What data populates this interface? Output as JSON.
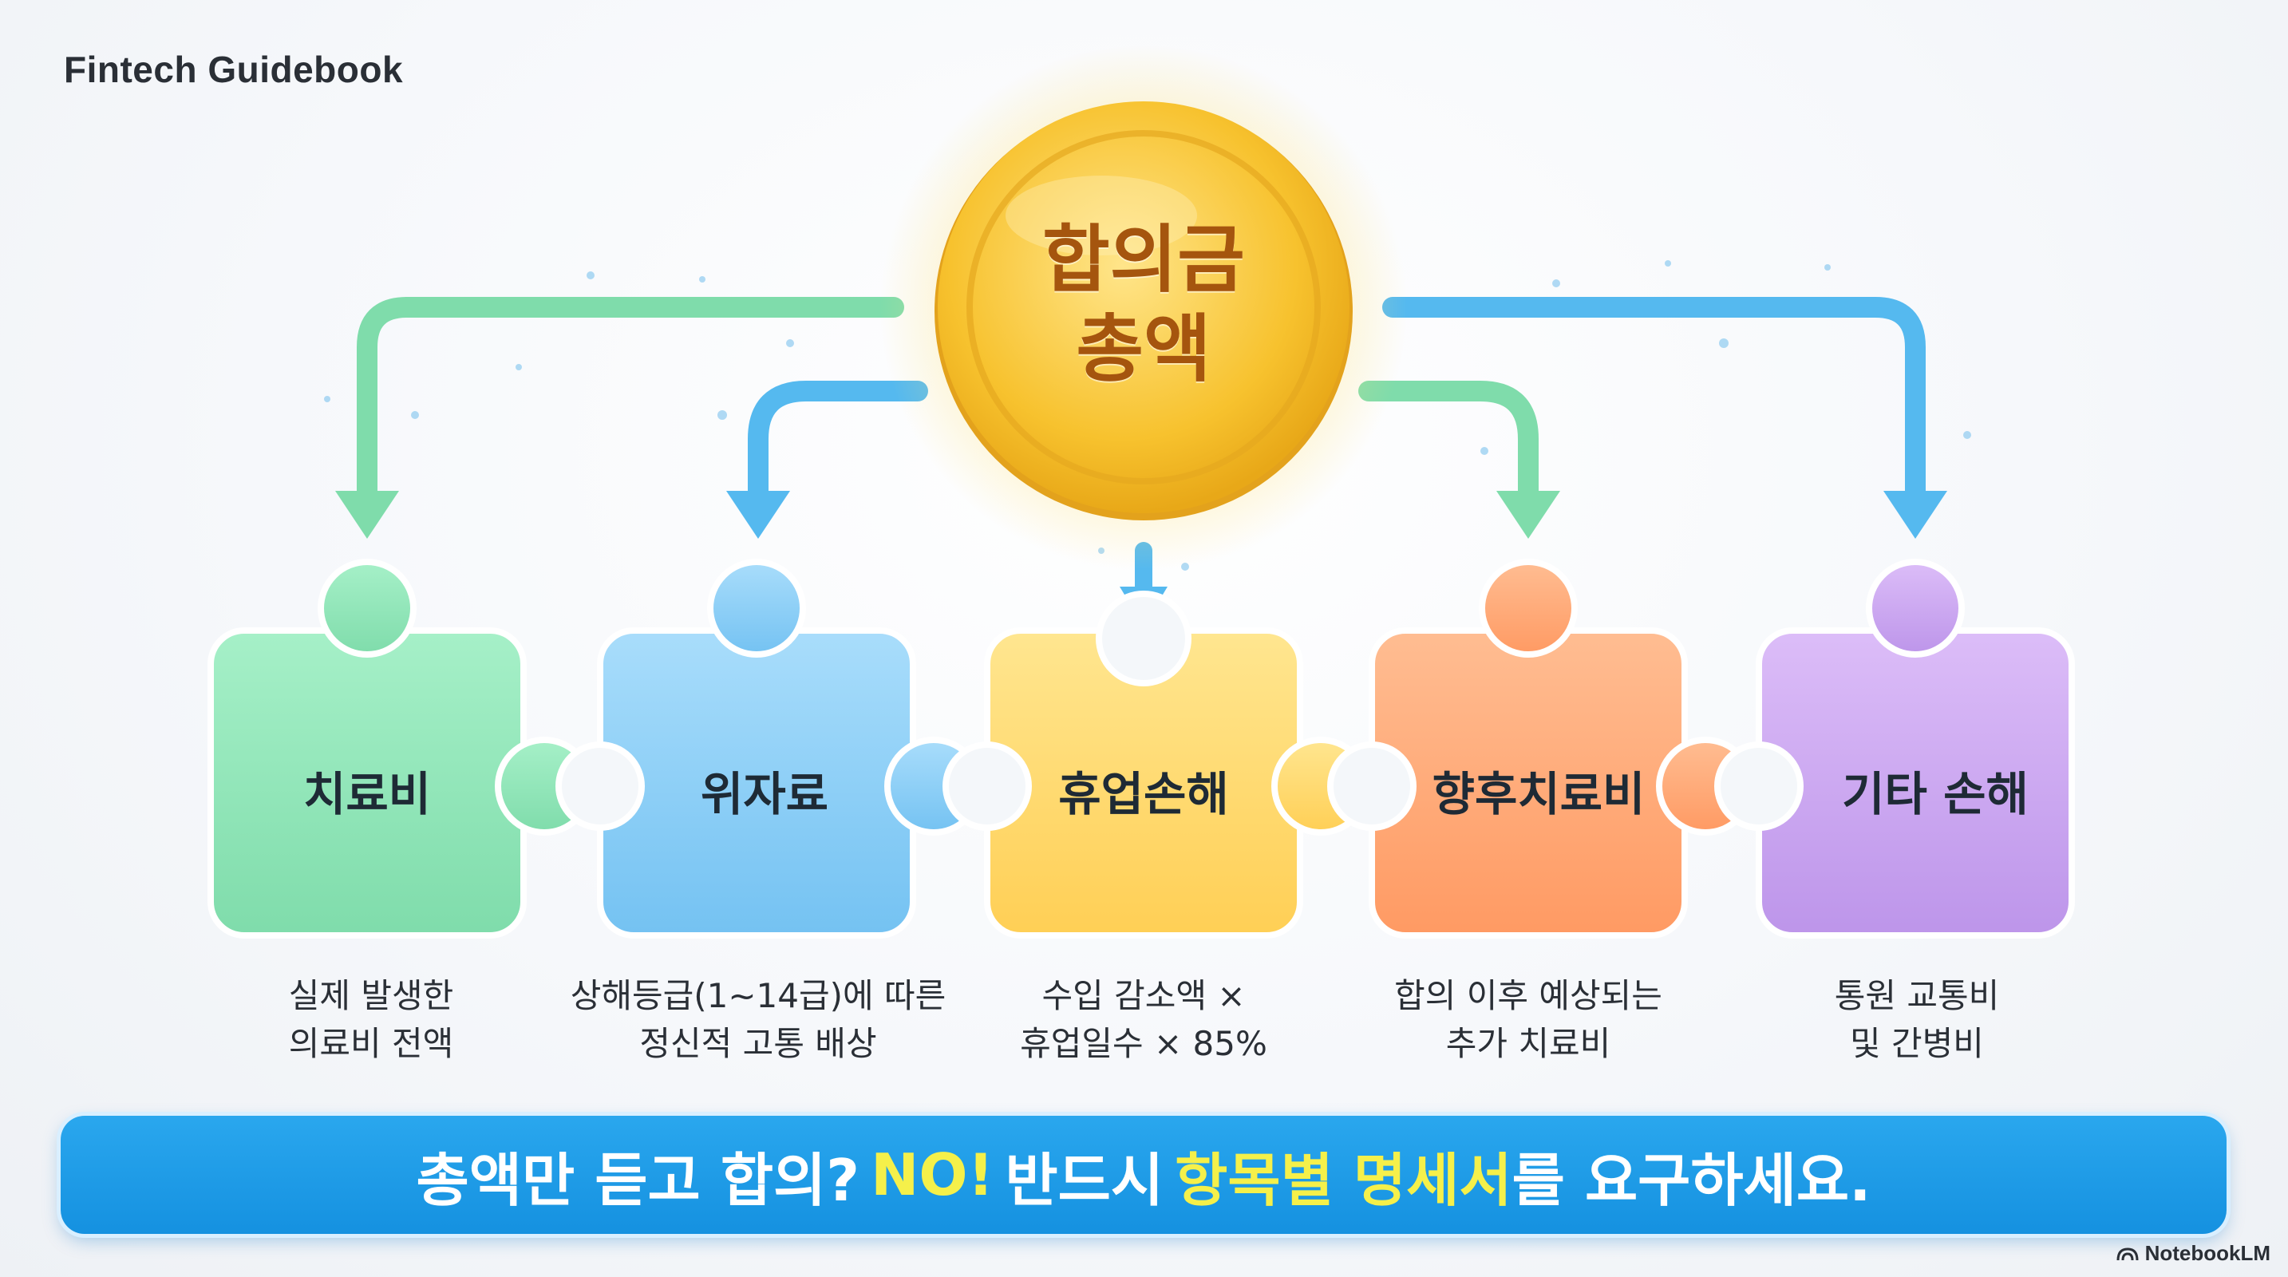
{
  "brand": "Fintech Guidebook",
  "center": {
    "line1": "합의금",
    "line2": "총액"
  },
  "items": [
    {
      "label": "치료비",
      "desc_line1": "실제 발생한",
      "desc_line2": "의료비 전액",
      "color": "#8be3b4"
    },
    {
      "label": "위자료",
      "desc_line1": "상해등급(1~14급)에 따른",
      "desc_line2": "정신적 고통 배상",
      "color": "#86cdf5"
    },
    {
      "label": "휴업손해",
      "desc_line1": "수입 감소액 ×",
      "desc_line2": "휴업일수 × 85%",
      "color": "#ffd86b"
    },
    {
      "label": "향후치료비",
      "desc_line1": "합의 이후 예상되는",
      "desc_line2": "추가 치료비",
      "color": "#ffa677"
    },
    {
      "label": "기타 손해",
      "desc_line1": "통원 교통비",
      "desc_line2": "및 간병비",
      "color": "#c9a4ef"
    }
  ],
  "banner": {
    "part1": "총액만 듣고 합의?",
    "part2": "NO!",
    "part3": "반드시",
    "part4": "항목별 명세서",
    "part5": "를 요구하세요."
  },
  "footer": {
    "logo": "NotebookLM"
  },
  "colors": {
    "green": "#7fdcab",
    "blue": "#55b9ef",
    "coin": "#f7c531",
    "banner": "#1e9be6",
    "highlight": "#f5f04a"
  }
}
